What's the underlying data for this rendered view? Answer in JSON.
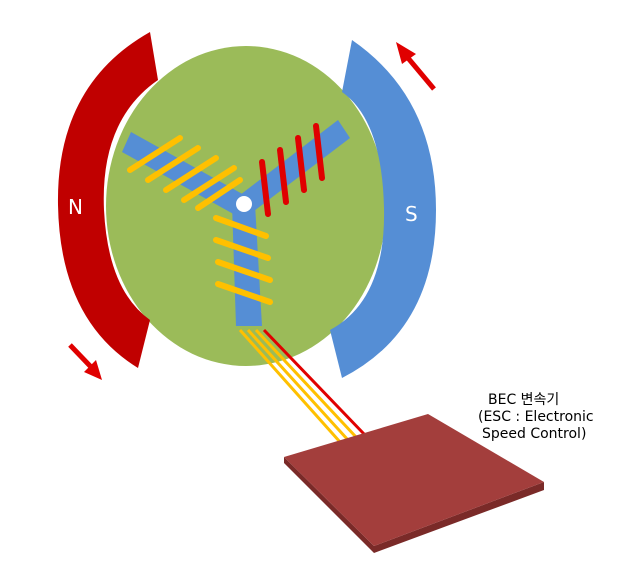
{
  "colors": {
    "stator": "#9BBB59",
    "north_pole": "#C00000",
    "south_pole": "#558ED5",
    "rotor_arm": "#558ED5",
    "coil_yellow": "#FFC000",
    "coil_red": "#E00000",
    "arrow": "#E00000",
    "esc_board_top": "#A33E3C",
    "esc_board_side": "#7A2A28",
    "hub": "#ffffff"
  },
  "poles": {
    "north_label": "N",
    "south_label": "S"
  },
  "esc": {
    "line1": "BEC 변속기",
    "line2": "(ESC : Electronic",
    "line3": "Speed Control)"
  }
}
